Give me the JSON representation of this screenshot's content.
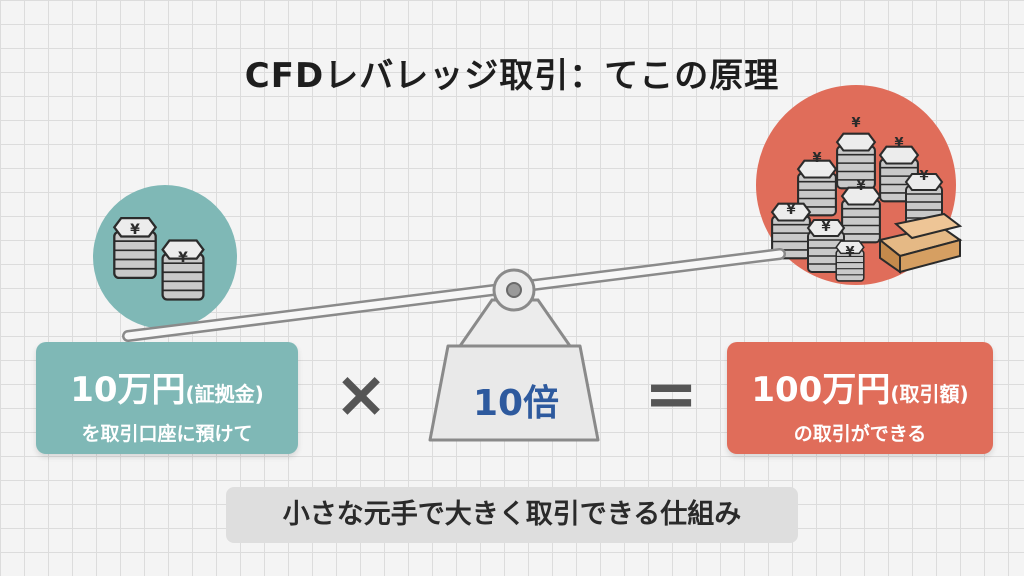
{
  "title": "CFDレバレッジ取引：てこの原理",
  "left_box": {
    "amount": "10万円",
    "amount_note": "(証拠金)",
    "caption": "を取引口座に預けて"
  },
  "operator_times": "×",
  "weight_label": "10倍",
  "operator_equals": "=",
  "right_box": {
    "amount": "100万円",
    "amount_note": "(取引額)",
    "caption": "の取引ができる"
  },
  "summary": "小さな元手で大きく取引できる仕組み",
  "coin_symbol": "¥",
  "colors": {
    "teal": "#7fb8b6",
    "coral": "#e06d5a",
    "weight_text": "#2e5a9e"
  }
}
